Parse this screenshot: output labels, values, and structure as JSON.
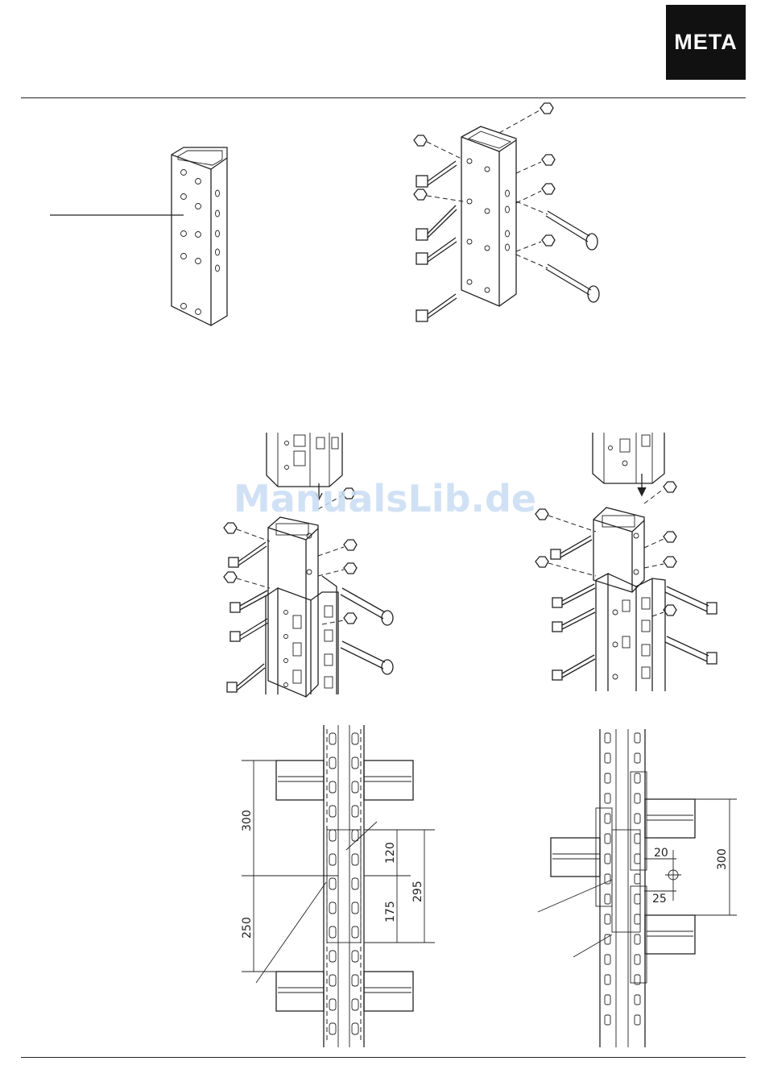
{
  "brand": {
    "logo_text": "META",
    "logo_bg": "#111111",
    "logo_fg": "#ffffff"
  },
  "watermark": {
    "text": "ManualsLib.de",
    "color": "#c9dcf4"
  },
  "dimensions": {
    "left": {
      "d300": "300",
      "d250": "250",
      "d120": "120",
      "d175": "175",
      "d295": "295"
    },
    "right": {
      "d20": "20",
      "d25": "25",
      "d300": "300"
    }
  }
}
